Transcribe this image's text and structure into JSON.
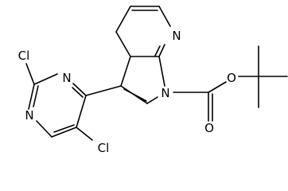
{
  "molecule": {
    "atoms": {
      "n_pyridine": "N",
      "n_pyrrole": "N",
      "o_ester": "O",
      "o_carbonyl": "O",
      "cl_top": "Cl",
      "cl_bottom": "Cl",
      "n_pyrimidine_top": "N",
      "n_pyrimidine_bottom": "N"
    }
  }
}
